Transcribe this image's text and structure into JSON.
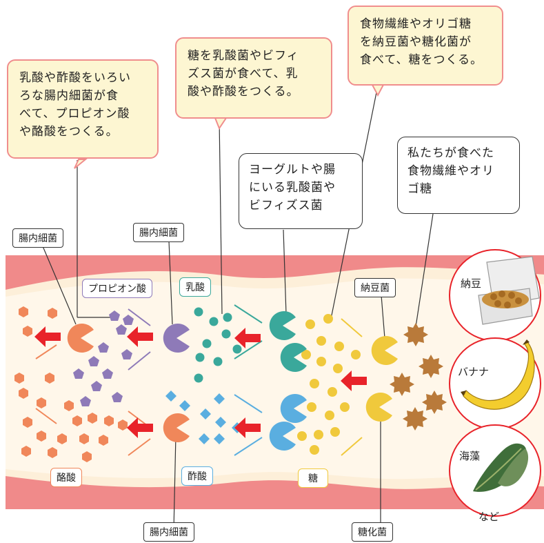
{
  "callouts": {
    "c1": [
      "乳酸や酢酸をいろい",
      "ろな腸内細菌が食",
      "べて、プロピオン酸",
      "や酪酸をつくる。"
    ],
    "c2": [
      "糖を乳酸菌やビフィ",
      "ズス菌が食べて、乳",
      "酸や酢酸をつくる。"
    ],
    "c3": [
      "食物繊維やオリゴ糖",
      "を納豆菌や糖化菌が",
      "食べて、糖をつくる。"
    ]
  },
  "boxes": {
    "lactic_bacteria": [
      "ヨーグルトや腸",
      "にいる乳酸菌や",
      "ビフィズス菌"
    ],
    "food_fiber": [
      "私たちが食べた",
      "食物繊維やオリ",
      "ゴ糖"
    ]
  },
  "labels": {
    "gut_bacteria_left": "腸内細菌",
    "gut_bacteria_mid": "腸内細菌",
    "gut_bacteria_bottom": "腸内細菌",
    "propionic_acid": "プロピオン酸",
    "lactic_acid": "乳酸",
    "natto_bacteria": "納豆菌",
    "butyric_acid": "酪酸",
    "acetic_acid": "酢酸",
    "sugar": "糖",
    "saccharifying_bacteria": "糖化菌"
  },
  "foods": {
    "natto": "納豆",
    "banana": "バナナ",
    "seaweed": "海藻",
    "etc": "など"
  },
  "colors": {
    "gut_wall": "#f08a8a",
    "gut_inner": "#fdefd9",
    "butyric_bacteria": "#f0875a",
    "propionic_bacteria": "#8e7ab8",
    "lactic_bacteria": "#3aa89b",
    "acetic_bacteria": "#5aaee0",
    "sugar_bacteria": "#f0c93c",
    "fiber": "#b97a3a",
    "arrow": "#e8232a"
  }
}
